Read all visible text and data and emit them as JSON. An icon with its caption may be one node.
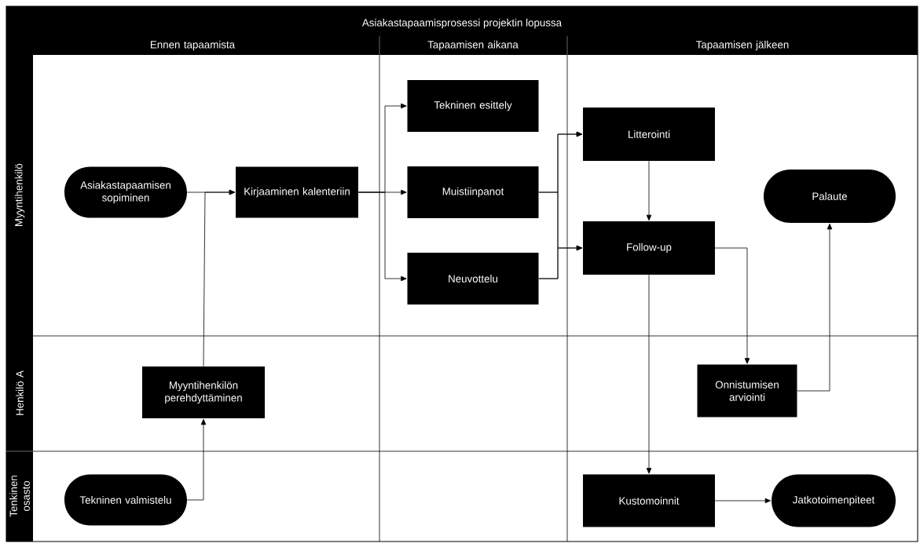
{
  "diagram": {
    "title": "Asiakastapaamisprosessi projektin lopussa",
    "nodes": [
      {
        "text": [
          "Asiakastapaamisen sopiminen"
        ]
      },
      {
        "text": [
          "Kirjaaminen kalenteriin"
        ]
      },
      {
        "text": [
          "Tekninen esittely"
        ]
      },
      {
        "text": [
          "Muistiinpanot"
        ]
      },
      {
        "text": [
          "Neuvottelu"
        ]
      },
      {
        "text": [
          "Litterointi"
        ]
      },
      {
        "text": [
          "Follow-up"
        ]
      },
      {
        "text": [
          "Palaute"
        ]
      },
      {
        "text": [
          "Myyntihenkilön perehdyttäminen"
        ]
      },
      {
        "text": [
          "Onnistumisen arviointi"
        ]
      },
      {
        "text": [
          "Tekninen valmistelu"
        ]
      },
      {
        "text": [
          "Kustomoinnit"
        ]
      },
      {
        "text": [
          "Jatkotoimenpiteet"
        ]
      }
    ],
    "edges": [
      {
        "from": 0,
        "to": 1,
        "arrow": "to"
      },
      {
        "from": 10,
        "to": 8,
        "arrow": "to"
      },
      {
        "from": 8,
        "to": 1,
        "arrow": "to"
      },
      {
        "from": 1,
        "to": 2,
        "arrow": "to"
      },
      {
        "from": 1,
        "to": 3,
        "arrow": "to"
      },
      {
        "from": 1,
        "to": 4,
        "arrow": "to"
      },
      {
        "from": 3,
        "to": 5,
        "arrow": "to"
      },
      {
        "from": 3,
        "to": 6,
        "arrow": "to"
      },
      {
        "from": 4,
        "to": 5,
        "arrow": "to"
      },
      {
        "from": 4,
        "to": 6,
        "arrow": "to"
      },
      {
        "from": 5,
        "to": 6,
        "arrow": "to"
      },
      {
        "from": 6,
        "to": 9,
        "arrow": "to"
      },
      {
        "from": 9,
        "to": 7,
        "arrow": "to"
      },
      {
        "from": 6,
        "to": 11,
        "arrow": "to"
      },
      {
        "from": 11,
        "to": 12,
        "arrow": "to"
      }
    ],
    "labels": [
      "Ennen tapaamista",
      "Tapaamisen aikana",
      "Tapaamisen jälkeen",
      "Myyntihenkilö",
      "Henkilö A",
      "Tenkinen osasto"
    ]
  }
}
